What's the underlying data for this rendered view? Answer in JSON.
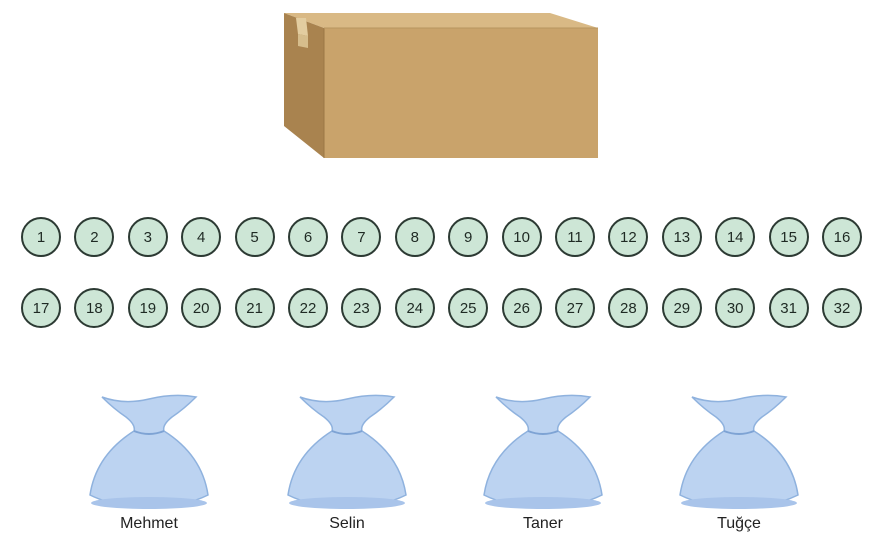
{
  "balls": [
    "1",
    "2",
    "3",
    "4",
    "5",
    "6",
    "7",
    "8",
    "9",
    "10",
    "11",
    "12",
    "13",
    "14",
    "15",
    "16",
    "17",
    "18",
    "19",
    "20",
    "21",
    "22",
    "23",
    "24",
    "25",
    "26",
    "27",
    "28",
    "29",
    "30",
    "31",
    "32"
  ],
  "bags": [
    {
      "name": "Mehmet"
    },
    {
      "name": "Selin"
    },
    {
      "name": "Taner"
    },
    {
      "name": "Tuğçe"
    }
  ],
  "colors": {
    "ball_fill": "#cde6d6",
    "ball_stroke": "#2c3a33",
    "box_front": "#c9a36b",
    "box_side": "#a9834f",
    "box_top": "#d9b985",
    "bag_fill": "#bcd3f1"
  }
}
